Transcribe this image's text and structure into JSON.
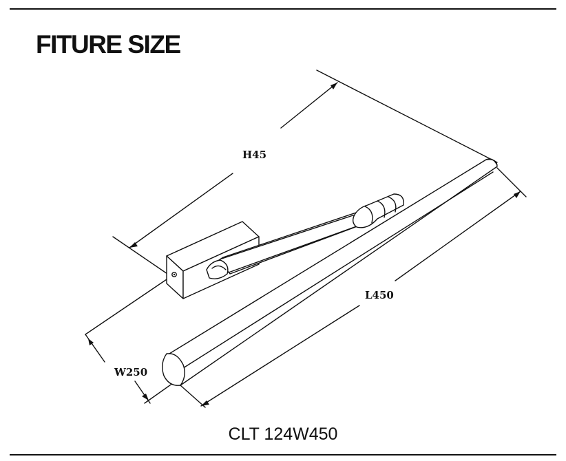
{
  "heading": "FITURE SIZE",
  "dimensions": {
    "height_label": "H45",
    "length_label": "L450",
    "width_label": "W250"
  },
  "model_code": "CLT 124W450",
  "line_color": "#111111"
}
